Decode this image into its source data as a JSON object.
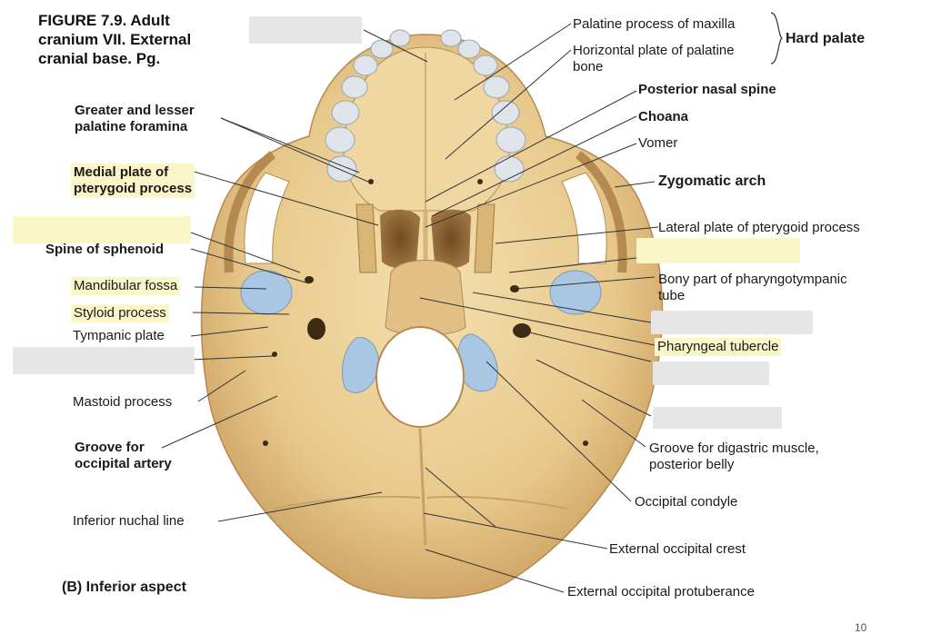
{
  "figure": {
    "caption_lines": [
      "FIGURE 7.9. Adult",
      "cranium VII. External",
      "cranial base. Pg."
    ],
    "view_label": "(B) Inferior aspect",
    "page_number": "10"
  },
  "labels": {
    "greater_lesser_palatine_1": "Greater and lesser",
    "greater_lesser_palatine_2": "palatine foramina",
    "medial_plate_1": "Medial plate of",
    "medial_plate_2": "pterygoid process",
    "spine_sphenoid": "Spine of sphenoid",
    "mandibular_fossa": "Mandibular fossa",
    "styloid_process": "Styloid process",
    "tympanic_plate": "Tympanic plate",
    "mastoid_process": "Mastoid process",
    "groove_occipital_1": "Groove for",
    "groove_occipital_2": "occipital artery",
    "inferior_nuchal": "Inferior nuchal line",
    "palatine_process": "Palatine process of maxilla",
    "horizontal_plate_1": "Horizontal plate of palatine",
    "horizontal_plate_2": "bone",
    "hard_palate": "Hard palate",
    "posterior_nasal_spine": "Posterior nasal spine",
    "choana": "Choana",
    "vomer": "Vomer",
    "zygomatic_arch": "Zygomatic arch",
    "lateral_plate": "Lateral plate of pterygoid process",
    "bony_part_1": "Bony part of pharyngotympanic",
    "bony_part_2": "tube",
    "pharyngeal_tubercle": "Pharyngeal tubercle",
    "groove_digastric_1": "Groove for digastric muscle,",
    "groove_digastric_2": "posterior belly",
    "occipital_condyle": "Occipital condyle",
    "external_occipital_crest": "External occipital crest",
    "external_occipital_protuberance": "External occipital protuberance"
  },
  "colors": {
    "bone": "#e8c98c",
    "bone_shadow": "#b78a4c",
    "bone_light": "#f3dfae",
    "cartilage": "#a9c6e2",
    "teeth": "#dfe4ea",
    "highlight": "#fbf6c8",
    "mask": "#e6e6e6",
    "leader": "#333333"
  }
}
